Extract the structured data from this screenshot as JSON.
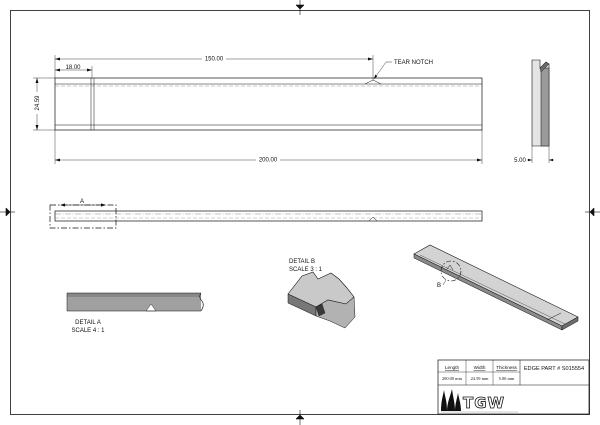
{
  "front_view": {
    "dim_overall_length": "200.00",
    "dim_notch_position": "150.00",
    "dim_edge_offset": "18.00",
    "dim_width": "24.59",
    "callout_tear_notch": "TEAR NOTCH"
  },
  "side_view": {
    "dim_thickness": "5.00"
  },
  "top_view": {
    "detail_marker_a": "A"
  },
  "detail_a": {
    "title": "DETAIL  A",
    "scale": "SCALE 4 : 1"
  },
  "detail_b": {
    "title": "DETAIL  B",
    "scale": "SCALE 3 : 1"
  },
  "iso_view": {
    "detail_marker_b": "B"
  },
  "title_block": {
    "headers": [
      "Length",
      "Width",
      "Thickness"
    ],
    "values": [
      "200.00 mm",
      "24.59 mm",
      "5.00 mm"
    ],
    "part_label": "EDGE PART # S015554",
    "logo_text": "TGW"
  }
}
